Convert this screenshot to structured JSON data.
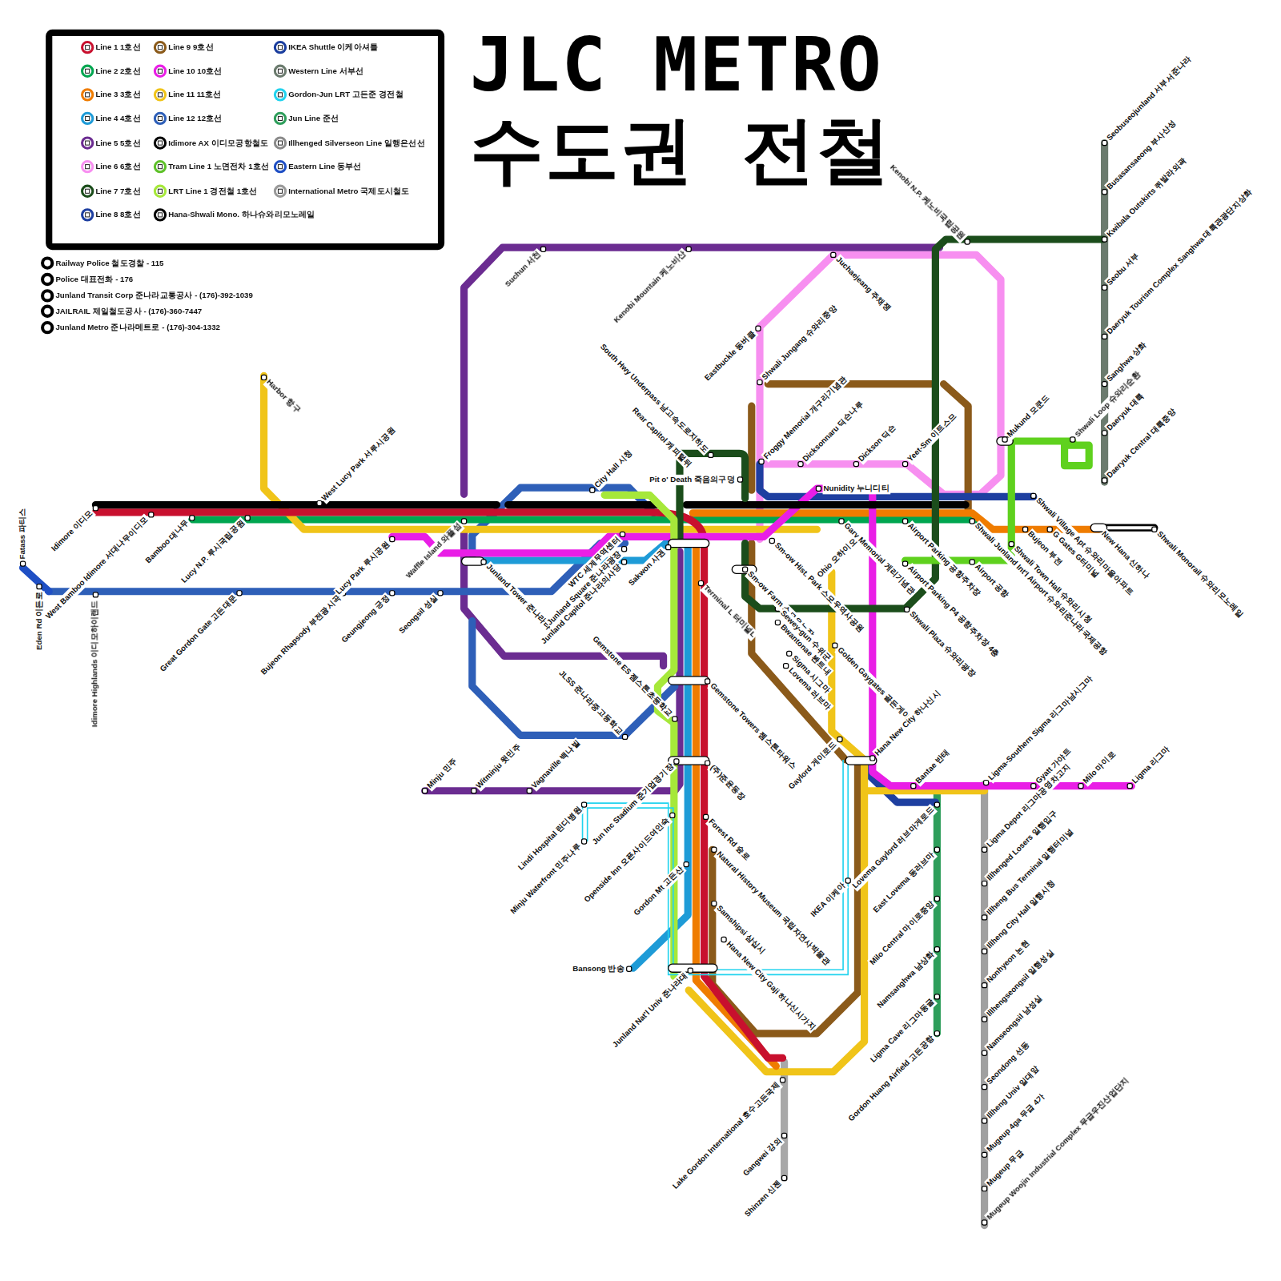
{
  "diagram": {
    "title": "JLC METRO 수도권 전철",
    "labels": [
      "Railway Police 철도경찰 - 115",
      "Police 대표전화 - 176",
      "Junland Transit Corp 준나라교통공사 -  (176)-392-1039",
      "JAILRAIL 제일철도공사 - (176)-360-7447",
      "Junland Metro 준나라메트로 - (176)-304-1332",
      "Idimore 이디모",
      "West Bamboo Idimore 서대나무이디모",
      "Bamboo 대나무",
      "Lucy N.P. 루시국립공원",
      "Great Gordon Gate 고든대문",
      "West Lucy Park 서루시공원",
      "Lucy Park 루시공원",
      "Bujeon Rhapsody 부전광시곡",
      "Geungjeong 긍정",
      "Seongsil 성실",
      "Waffle Island 와플섬",
      "Harbor 항구",
      "Idimore Highlands 이디모하이랜드",
      "Eden Rd 이든로",
      "Fatass 파티스",
      "Suchun 서천",
      "Kenobi Mountain 케노비산",
      "Junland Tower 준나라타워",
      "WTC 세계무역센터",
      "Junland Square 준나라광장",
      "Junland Capitol 준나라의사당",
      "Sakwon 사권",
      "Gemstone ES 젬스톤초등학교",
      "JLSS 준나라중고등학교",
      "Minju 민주",
      "Witminju 윗민주",
      "Vagnaville 백나빌",
      "Lindi Hospital 린디병원",
      "Minju Waterfront 민주나루",
      "Openside Inn 오픈사이드여인숙",
      "Jun Inc Stadium 준기업경기장",
      "Gordon Mt 고든산",
      "Bansong 반송",
      "Junland Nat'l Univ 준나라대",
      "Lake Gordon International 호수고든국제",
      "Gangwei 강외",
      "Shinzen 신젠",
      "Terminal L 터미널L",
      "Gemstone Towers 젬스톤타워스",
      "(주)준윤동장",
      "Forest Rd 숲로",
      "Natural History Museum 국립자연사박물관",
      "Samshipsi 삼십시",
      "Hana New City Gaji 하나신시가지",
      "Rear Capitol 캐피털뒤",
      "South Hwy Underpass 남고속도로지하도",
      "City Hall 시청",
      "Pit o' Death 죽음의구덩",
      "Eastbuckle 동버클",
      "Shwali Jungang 슈와리중앙",
      "Froggy Memorial 개구리기념관",
      "Dicksonnaru 딕슨나루",
      "Dickson 딕슨",
      "Yeet-Sm 이트스므",
      "Nunidity 누니디티",
      "Juchaejeang 주채쟁",
      "Kenobi N.P. 케노비국립공원",
      "Mukund 모쿤드",
      "Shwali Loop 슈와리순환",
      "Seobuseojunland 서부서준나라",
      "Busasansaeong 부사산성",
      "Kwibala Outskirts 퀴발라외곽",
      "Seobu 서부",
      "Daeryuk Tourism Complex Sanghwa 대륙관광단지상화",
      "Sanghwa 상화",
      "Daeryuk 대륙",
      "Daeryuk Central 대륙중앙",
      "Shwali Village Apt 슈와리마을아파트",
      "Bujeon 부전",
      "G Gates G터미널",
      "New Hana 신하나",
      "Shwali Monorail 슈와리모노레일",
      "Shwali Junland Int'l Airport 슈와리준나라국제공항",
      "Shwali Town Hall 슈와리시청",
      "Airport 공항",
      "Airport Parking 공항주차장",
      "Airport Parking P4 공항주차장 4층",
      "Shwali Plaza 슈와리광장",
      "Gary Memorial 게리기념관",
      "Ohio 오하이오",
      "Sm-ow Hist. Park 스모우역사공원",
      "Sm-ow Farm 스모우농장",
      "Sewey-gun 수위군",
      "Bwantonae 봔트내",
      "Sigma 시그마",
      "Lovema 러브마",
      "Golden Gaygates 골든게이트",
      "Gaylord 게이로드",
      "Hana New City 하나신시",
      "Bantae 반태",
      "Ligma-Southern Sigma 리그마남시그마",
      "Gyatt 가야트",
      "Milo 마이로",
      "Ligma 리그마",
      "IKEA 이케아",
      "Lovema Gaylord 러브마게로드",
      "East Lovema 동러브마",
      "Milo Central 마이로중앙",
      "Namsanghwa 남상화",
      "Ligma Cave 리그마동굴",
      "Gordon Huang Airfield 고든공항",
      "Ligma Depot 리그마공영차고지",
      "Illhenged Losers 일행입구",
      "Illheng Bus Terminal 일행터미널",
      "Illheng City Hall 일행시청",
      "Nonhyeon 논현",
      "Illhengseongsil 일행성실",
      "Namseongsil 남성실",
      "Seondong 선동",
      "Illheng Univ 일대앞",
      "Mugeup 4ga 무급 4가",
      "Mugeup 무급",
      "Mugeup Woojin Industrial Complex 무급우진산업단지"
    ],
    "legend": [
      {
        "text": "Line 1 1호선",
        "color": "#c8102e"
      },
      {
        "text": "Line 2 2호선",
        "color": "#00a650"
      },
      {
        "text": "Line 3 3호선",
        "color": "#ef7c00"
      },
      {
        "text": "Line 4 4호선",
        "color": "#1e9bd7"
      },
      {
        "text": "Line 5 5호선",
        "color": "#6b2c91"
      },
      {
        "text": "Line 6 6호선",
        "color": "#f78ff0"
      },
      {
        "text": "Line 7 7호선",
        "color": "#1b4d1b"
      },
      {
        "text": "Line 8 8호선",
        "color": "#1e3fa0"
      },
      {
        "text": "Line 9 9호선",
        "color": "#8b5a1a"
      },
      {
        "text": "Line 10 10호선",
        "color": "#e91ee6"
      },
      {
        "text": "Line 11 11호선",
        "color": "#f0c419"
      },
      {
        "text": "Line 12 12호선",
        "color": "#2e5fb8"
      },
      {
        "text": "Idimore AX 이디모공항철도",
        "color": "#000000"
      },
      {
        "text": "Tram Line 1 노면전차 1호선",
        "color": "#5fc12a"
      },
      {
        "text": "LRT Line 1 경전철 1호선",
        "color": "#a6e83a"
      },
      {
        "text": "Hana-Shwali Mono. 하나슈와리모노레일",
        "color": "#000000"
      },
      {
        "text": "IKEA Shuttle 이케아셔틀",
        "color": "#1a3d9e"
      },
      {
        "text": "Western Line 서부선",
        "color": "#6b7b6e"
      },
      {
        "text": "Gordon-Jun LRT 고든준 경전철",
        "color": "#22d3ee"
      },
      {
        "text": "Jun Line 준선",
        "color": "#2e9e5b"
      },
      {
        "text": "Illhenged Silverseon Line 일행은선선",
        "color": "#8a8a8a"
      },
      {
        "text": "Eastern Line 동부선",
        "color": "#1f4fc4"
      },
      {
        "text": "International Metro 국제도시철도",
        "color": "#9a9a9a"
      }
    ]
  }
}
